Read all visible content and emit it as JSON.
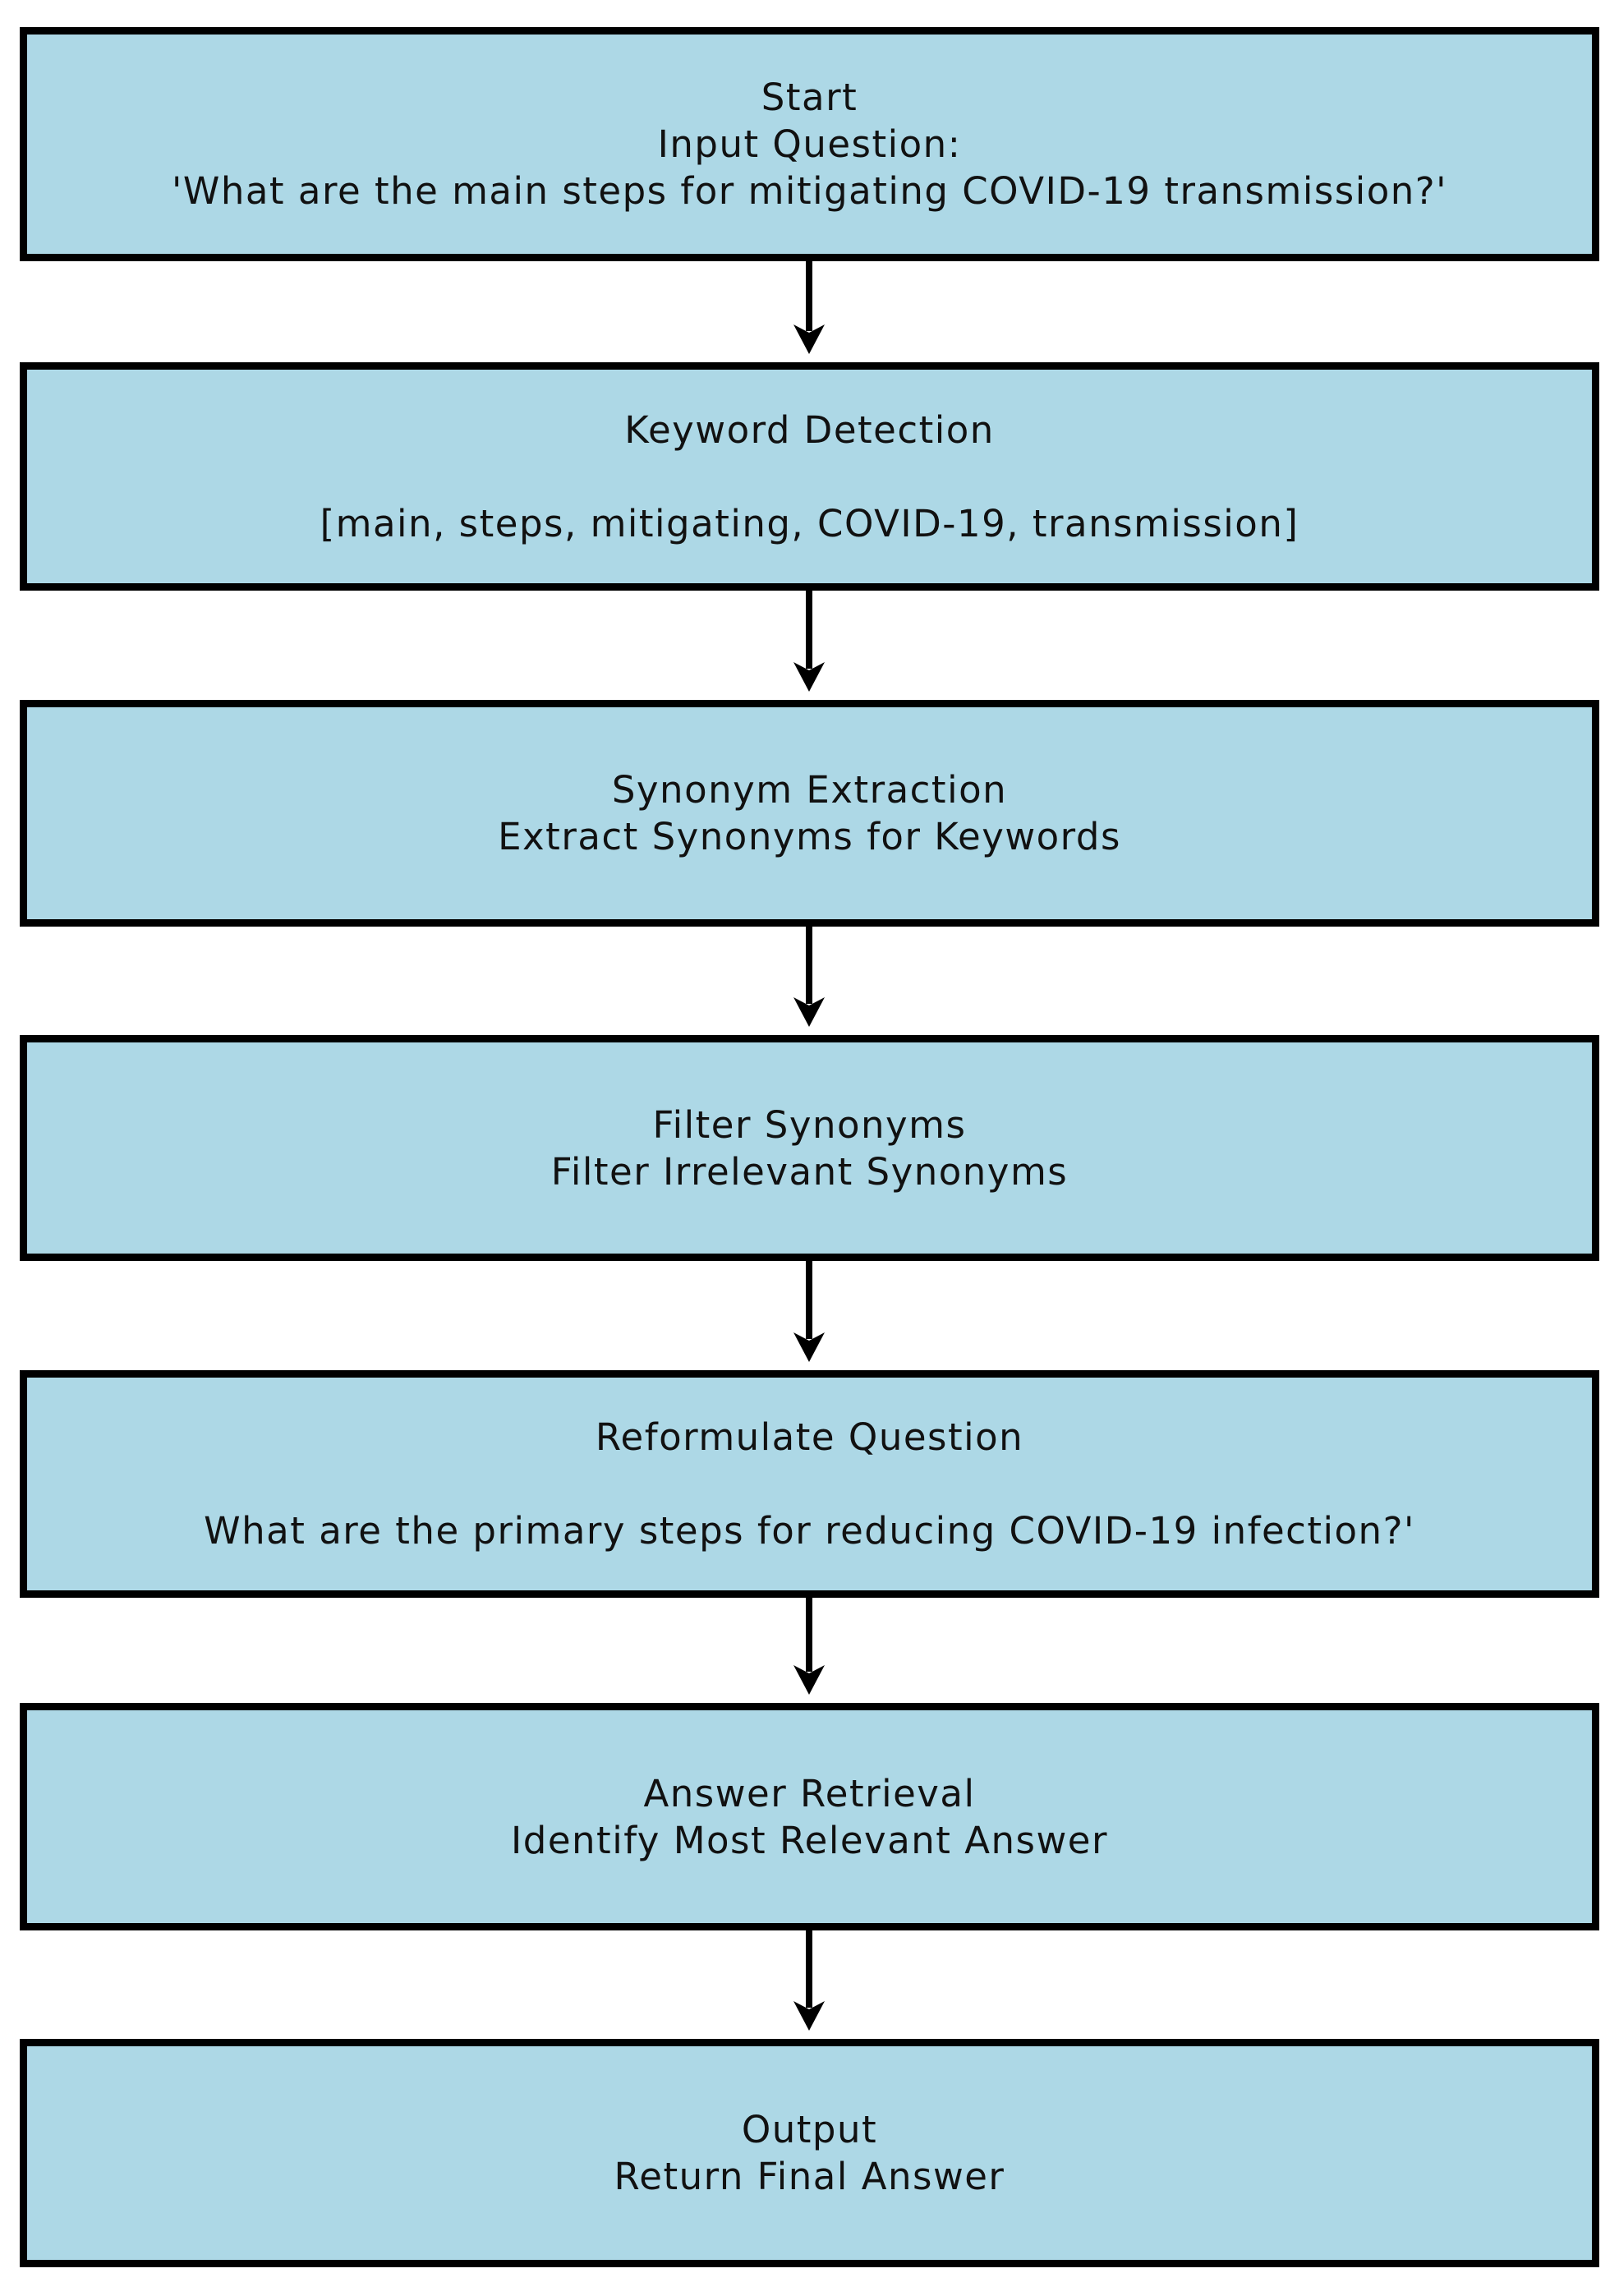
{
  "diagram": {
    "type": "flowchart",
    "orientation": "top-down",
    "colors": {
      "node_fill": "#add8e6",
      "node_border": "#000000",
      "text_color": "#111111",
      "arrow_color": "#000000",
      "page_background": "#ffffff"
    },
    "nodes": [
      {
        "id": "start",
        "label": "Start\nInput Question:\n'What are the main steps for mitigating COVID-19 transmission?'"
      },
      {
        "id": "keyword-detection",
        "label": "Keyword Detection\n\n[main, steps, mitigating, COVID-19, transmission]"
      },
      {
        "id": "synonym-extraction",
        "label": "Synonym Extraction\nExtract Synonyms for Keywords"
      },
      {
        "id": "filter-synonyms",
        "label": "Filter Synonyms\nFilter Irrelevant Synonyms"
      },
      {
        "id": "reformulate-question",
        "label": "Reformulate Question\n\nWhat are the primary steps for reducing COVID-19 infection?'"
      },
      {
        "id": "answer-retrieval",
        "label": "Answer Retrieval\nIdentify Most Relevant Answer"
      },
      {
        "id": "output",
        "label": "Output\nReturn Final Answer"
      }
    ],
    "edges": [
      {
        "from": "start",
        "to": "keyword-detection"
      },
      {
        "from": "keyword-detection",
        "to": "synonym-extraction"
      },
      {
        "from": "synonym-extraction",
        "to": "filter-synonyms"
      },
      {
        "from": "filter-synonyms",
        "to": "reformulate-question"
      },
      {
        "from": "reformulate-question",
        "to": "answer-retrieval"
      },
      {
        "from": "answer-retrieval",
        "to": "output"
      }
    ]
  }
}
